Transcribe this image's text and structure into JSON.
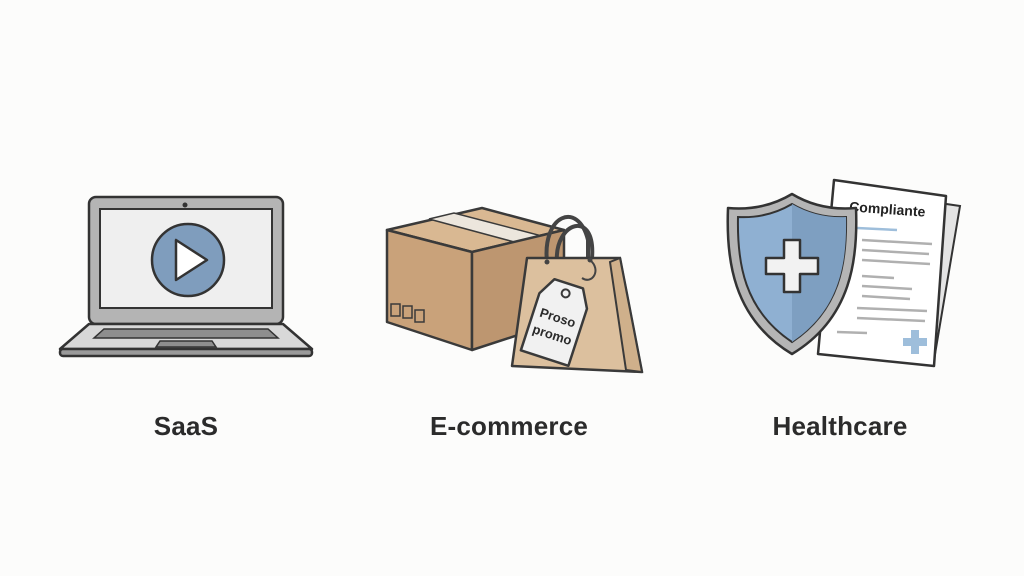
{
  "background_color": "#fcfcfb",
  "items": [
    {
      "label": "SaaS",
      "icon": "laptop-play-icon",
      "colors": {
        "frame": "#b3b3b3",
        "screen": "#efefef",
        "accent": "#7f9dbd",
        "outline": "#333333"
      }
    },
    {
      "label": "E-commerce",
      "icon": "box-and-shopping-bag-icon",
      "tag_text": [
        "Proso",
        "promo"
      ],
      "colors": {
        "box": "#c9a27a",
        "bag": "#dcc09e",
        "tag": "#f1f1f1",
        "tape": "#ece6dd",
        "outline": "#3a3a3a"
      }
    },
    {
      "label": "Healthcare",
      "icon": "shield-and-compliance-document-icon",
      "doc_title": "Compliante",
      "colors": {
        "shield": "#8fb0d2",
        "shield_rim": "#b5b5b5",
        "cross": "#f2f2f2",
        "doc_accent": "#9ebedb",
        "outline": "#333333"
      }
    }
  ]
}
